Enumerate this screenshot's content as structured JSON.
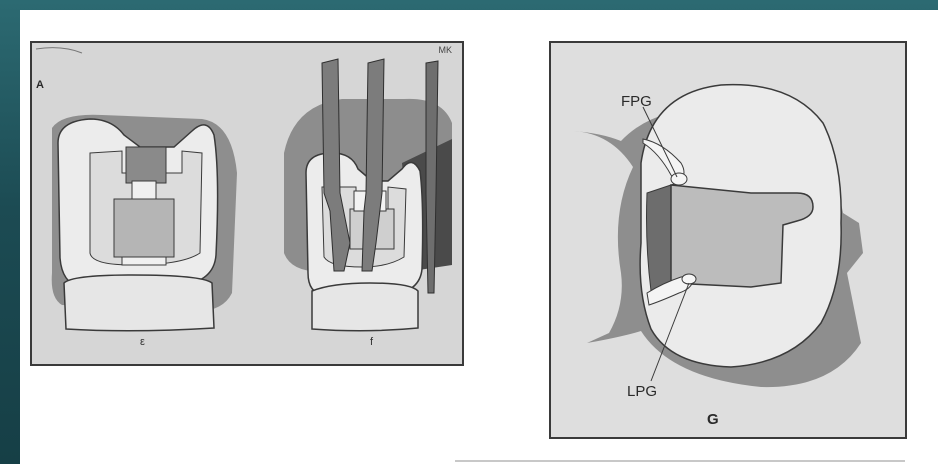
{
  "left_figure": {
    "panel_label": "A",
    "corner_label": "MK"
  },
  "right_figure": {
    "label_top": "FPG",
    "label_bottom": "LPG",
    "panel_label": "G"
  },
  "colors": {
    "slide_background": "#1f4f57",
    "figure_background": "#d6d6d6",
    "shadow": "#8c8c8c",
    "tooth": "#e9e9e9",
    "cavity": "#b9b9b9",
    "outline": "#3a3a3a"
  }
}
